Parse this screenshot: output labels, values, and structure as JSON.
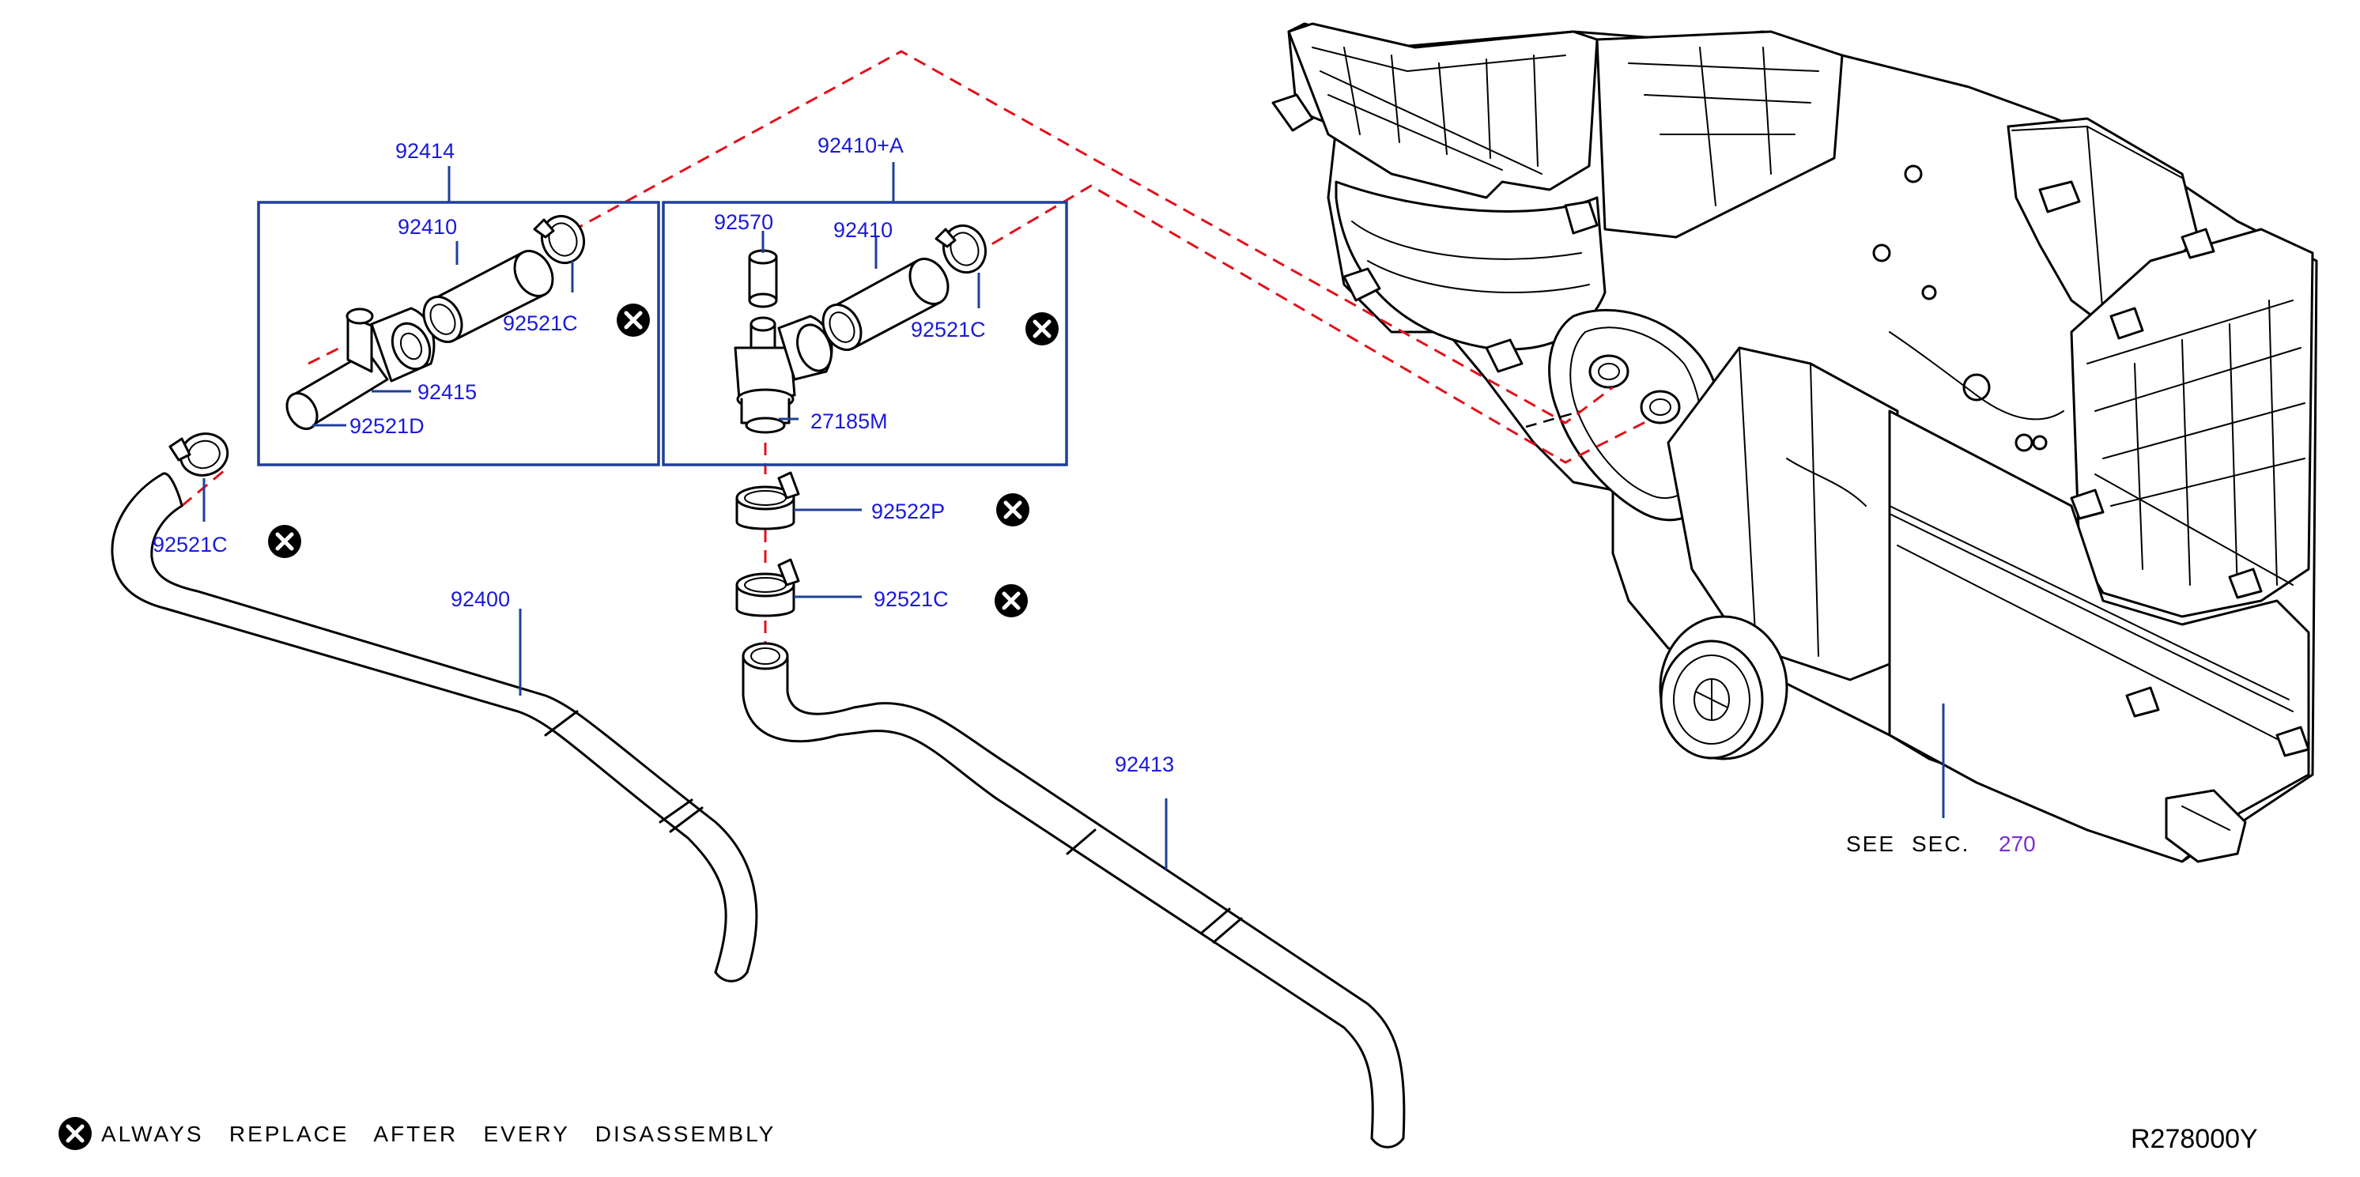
{
  "labels": {
    "kit_left": "92414",
    "kit_right": "92410+A",
    "hose_left_top": "92410",
    "clamp_left_top": "92521C",
    "connector_left": "92415",
    "clamp_left_d": "92521D",
    "clamp_left_hose": "92521C",
    "hose_main": "92400",
    "cap": "92570",
    "hose_right_top": "92410",
    "clamp_right_top": "92521C",
    "valve": "27185M",
    "clamp_p": "92522P",
    "clamp_right_lower": "92521C",
    "hose_right_main": "92413"
  },
  "reference": {
    "see": "SEE",
    "sec": "SEC.",
    "num": "270"
  },
  "legend": {
    "text": "ALWAYS   REPLACE   AFTER   EVERY   DISASSEMBLY",
    "icon": "replace-x-icon"
  },
  "diagram_code": "R278000Y",
  "colors": {
    "label": "#1a1ad6",
    "leader": "#1f3f9a",
    "dashed": "#e0121b",
    "section_link": "#7a2fd0"
  }
}
